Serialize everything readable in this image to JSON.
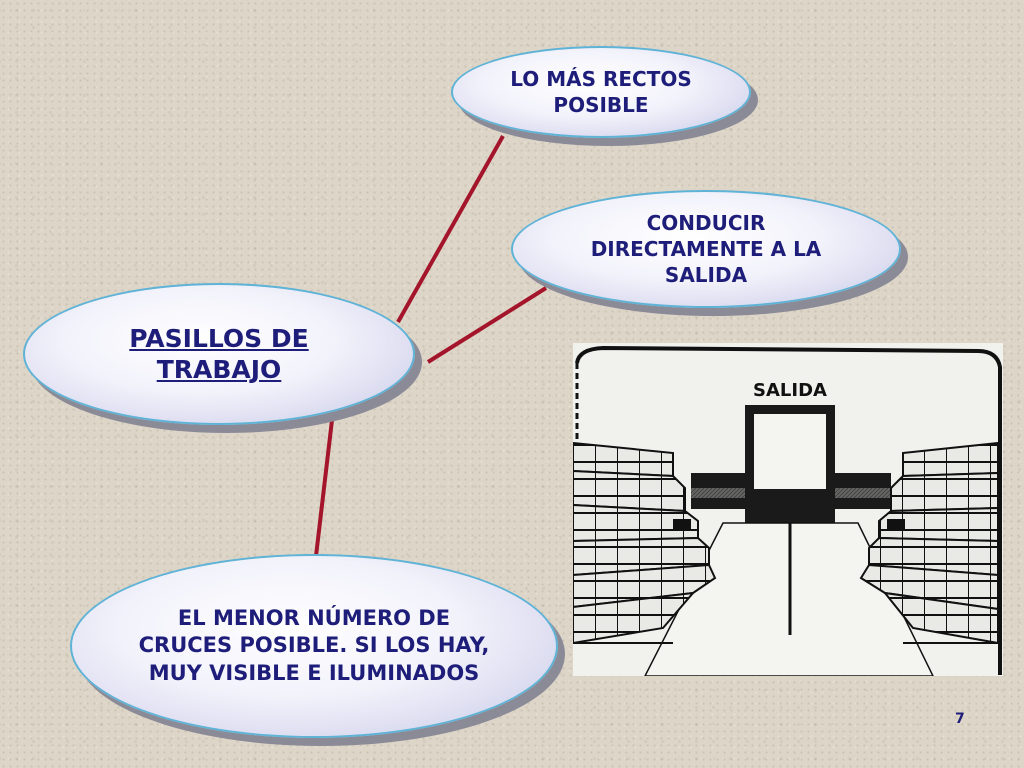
{
  "slide": {
    "number": "7"
  },
  "nodes": {
    "main": {
      "label": "PASILLOS DE TRABAJO"
    },
    "rectos": {
      "label": "LO MÁS RECTOS POSIBLE"
    },
    "salida": {
      "label": "CONDUCIR DIRECTAMENTE A LA SALIDA"
    },
    "cruces": {
      "label": "EL MENOR NÚMERO DE CRUCES POSIBLE. SI LOS HAY, MUY VISIBLE E ILUMINADOS"
    }
  },
  "illustration": {
    "sign_text": "SALIDA"
  },
  "colors": {
    "connector": "#a4142a",
    "bubble_text": "#1e1e7a",
    "bubble_border": "#5fb3d6",
    "background": "#ddd5c7"
  }
}
